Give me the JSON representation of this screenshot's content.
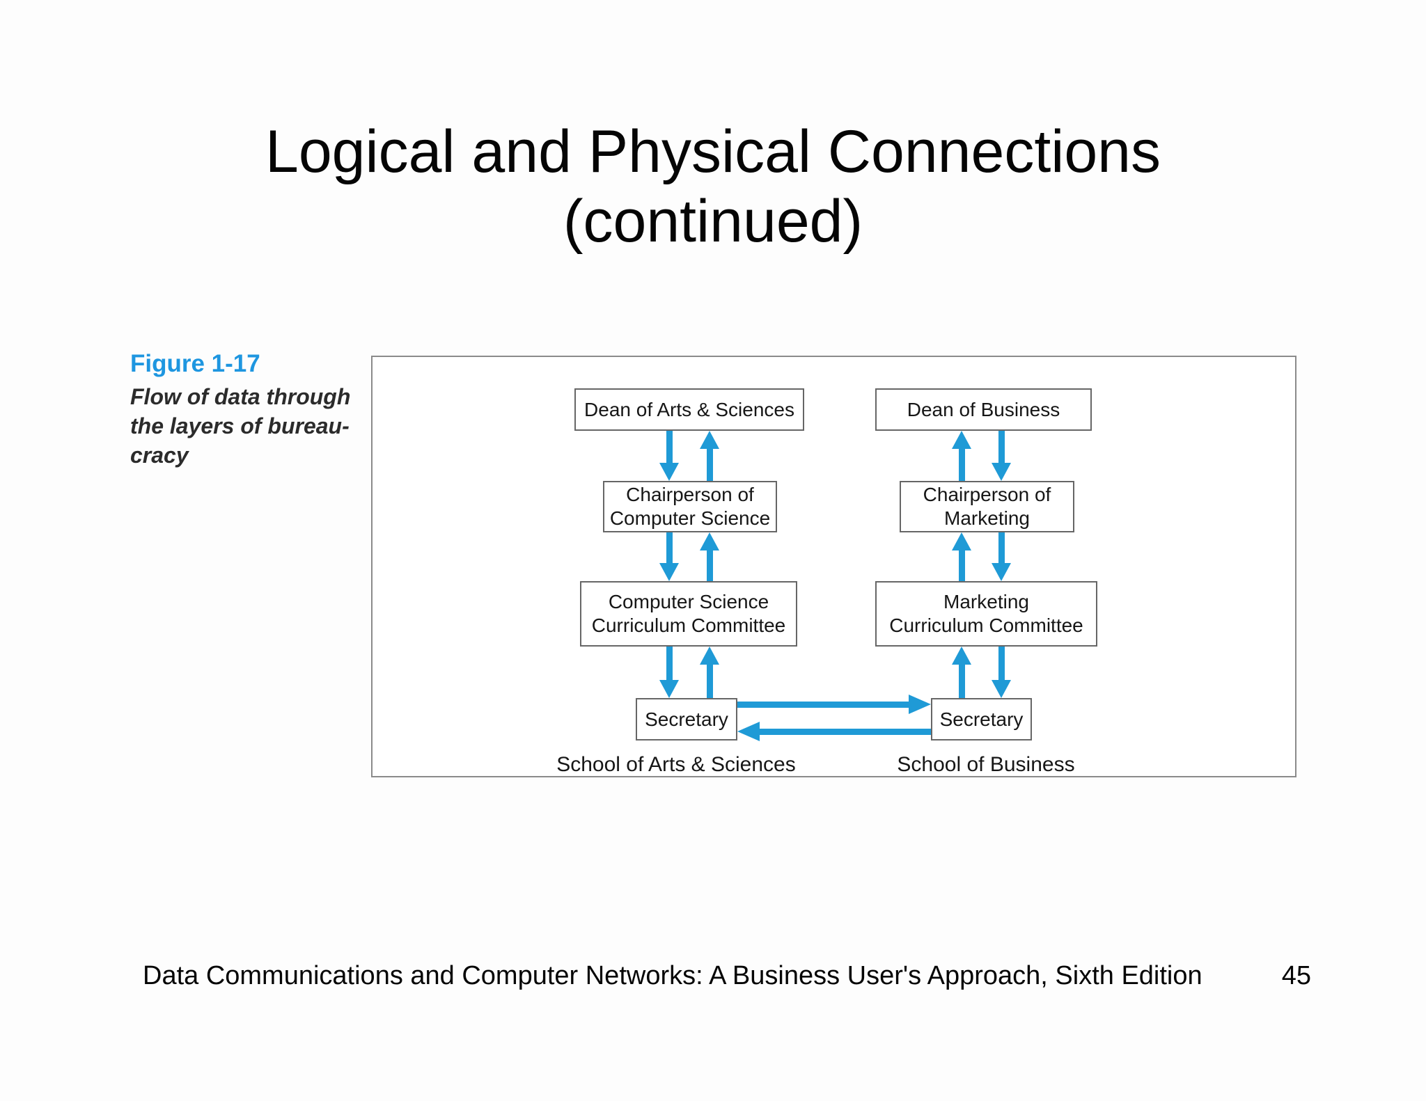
{
  "slide_title": "Logical and Physical Connections\n(continued)",
  "figure": {
    "label": "Figure 1-17",
    "caption": "Flow of data through\nthe layers of bureau-\ncracy",
    "nodes": [
      "Dean of Arts & Sciences",
      "Dean of Business",
      "Chairperson of\nComputer Science",
      "Chairperson of\nMarketing",
      "Computer Science\nCurriculum Committee",
      "Marketing\nCurriculum Committee",
      "Secretary",
      "Secretary"
    ],
    "school_labels": [
      "School of Arts & Sciences",
      "School of Business"
    ],
    "flows": [
      {
        "between": [
          "Dean of Arts & Sciences",
          "Chairperson of Computer Science"
        ],
        "type": "bidirectional"
      },
      {
        "between": [
          "Chairperson of Computer Science",
          "Computer Science Curriculum Committee"
        ],
        "type": "bidirectional"
      },
      {
        "between": [
          "Computer Science Curriculum Committee",
          "Secretary (School of Arts & Sciences)"
        ],
        "type": "bidirectional"
      },
      {
        "between": [
          "Dean of Business",
          "Chairperson of Marketing"
        ],
        "type": "bidirectional"
      },
      {
        "between": [
          "Chairperson of Marketing",
          "Marketing Curriculum Committee"
        ],
        "type": "bidirectional"
      },
      {
        "between": [
          "Marketing Curriculum Committee",
          "Secretary (School of Business)"
        ],
        "type": "bidirectional"
      },
      {
        "between": [
          "Secretary (School of Arts & Sciences)",
          "Secretary (School of Business)"
        ],
        "type": "bidirectional"
      }
    ],
    "colors": {
      "arrow_blue": "#1f9ad6",
      "figure_label_blue": "#1e96e0"
    }
  },
  "footer": {
    "text": "Data Communications and Computer Networks: A Business User's Approach, Sixth Edition",
    "page_number": "45"
  }
}
